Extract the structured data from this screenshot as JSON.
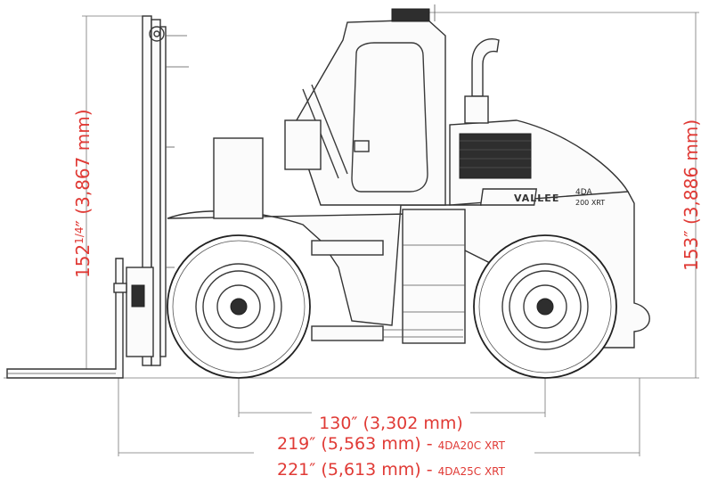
{
  "drawing": {
    "model_badge_brand": "VALLEE",
    "model_badge_model": "4DA",
    "model_badge_variant": "200 XRT"
  },
  "dimensions": {
    "left_height_main": "152",
    "left_height_fraction": "1/4",
    "left_height_rest": "″ (3,867 mm)",
    "right_height": "153″ (3,886 mm)",
    "wheelbase": "130″ (3,302 mm)",
    "length_20c_value": "219″ (5,563 mm) - ",
    "length_20c_model": "4DA20C XRT",
    "length_25c_value": "221″ (5,613 mm) - ",
    "length_25c_model": "4DA25C XRT"
  },
  "colors": {
    "dimension_text": "#e03a35",
    "linework": "#333333"
  }
}
